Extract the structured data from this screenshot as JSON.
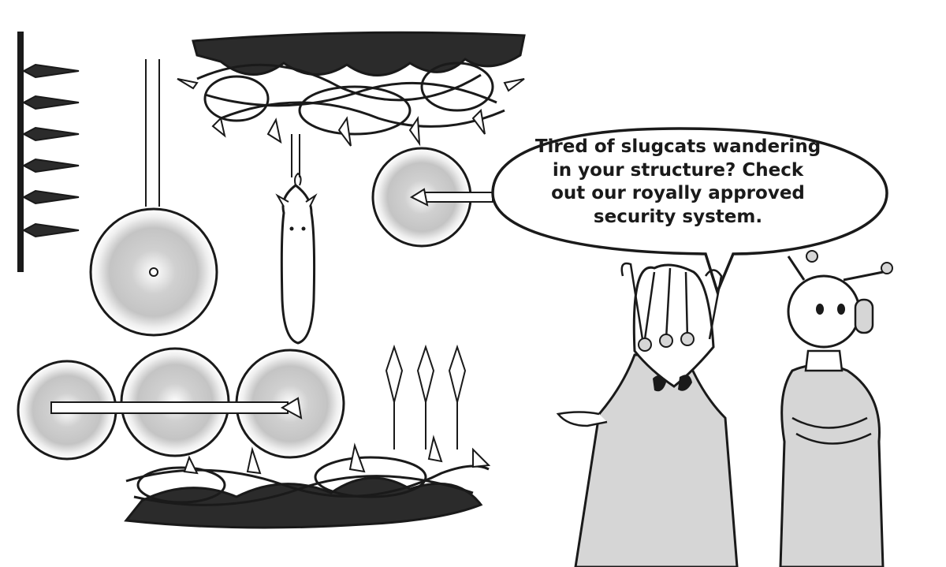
{
  "speech_bubble": {
    "lines": [
      "Tired of slugcats wandering",
      "in your structure? Check",
      "out our royally approved",
      "security system."
    ]
  },
  "colors": {
    "ink": "#1a1a1a",
    "dark_fill": "#2b2b2b",
    "gray_fill": "#d6d6d6",
    "light_gray": "#ebebeb",
    "paper": "#ffffff"
  },
  "icons": {
    "spike_wall": "spike-wall-icon",
    "thorn_vines": "thorn-vines-icon",
    "saw_blade": "saw-blade-icon",
    "slugcat": "slugcat-icon",
    "spear": "spear-icon",
    "king_character": "crowned-character-icon",
    "robot_character": "robot-character-icon"
  }
}
